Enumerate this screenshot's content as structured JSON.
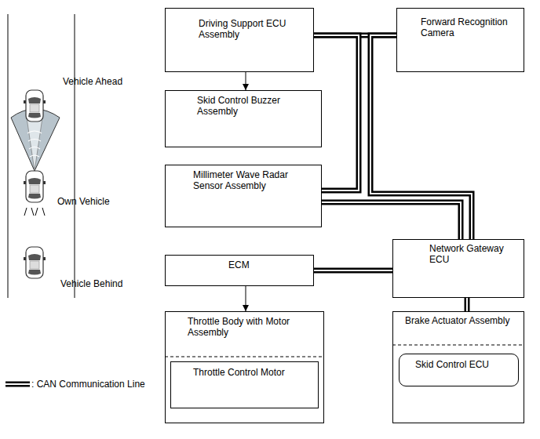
{
  "diagram": {
    "nodes": [
      {
        "text": [
          "Driving Support ECU Assembly"
        ]
      },
      {
        "text": [
          "Forward Recognition Camera"
        ]
      },
      {
        "text": [
          "Skid Control Buzzer Assembly"
        ]
      },
      {
        "text": [
          "Millimeter Wave Radar Sensor Assembly"
        ]
      },
      {
        "text": [
          "Network Gateway ECU"
        ]
      },
      {
        "text": [
          "ECM"
        ]
      },
      {
        "text": [
          "Throttle Body with Motor Assembly"
        ]
      },
      {
        "text": [
          "Throttle Control Motor"
        ],
        "in": 6
      },
      {
        "text": [
          "Brake Actuator Assembly"
        ]
      },
      {
        "text": [
          "Skid Control ECU"
        ],
        "in": 8
      }
    ],
    "edges": [
      {
        "from": 0,
        "to": 2,
        "arrow": "to"
      },
      {
        "from": 0,
        "to": 1,
        "arrow": "none"
      },
      {
        "from": 0,
        "to": 3,
        "arrow": "none"
      },
      {
        "from": 1,
        "to": 4,
        "arrow": "none"
      },
      {
        "from": 3,
        "to": 4,
        "arrow": "none"
      },
      {
        "from": 5,
        "to": 4,
        "arrow": "none"
      },
      {
        "from": 5,
        "to": 6,
        "arrow": "to"
      },
      {
        "from": 4,
        "to": 8,
        "arrow": "none"
      }
    ],
    "labels": [
      "Vehicle Ahead",
      "Own Vehicle",
      "Vehicle Behind"
    ],
    "legend": [
      {
        "text": ": CAN Communication Line"
      }
    ]
  }
}
